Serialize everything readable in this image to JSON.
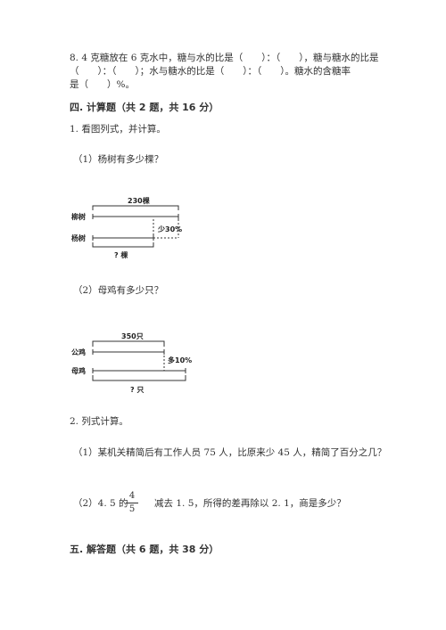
{
  "q8": {
    "line1": "8. 4 克糖放在 6 克水中，糖与水的比是（　　）：（　　），糖与糖水的比是",
    "line2": "（　　）：（　　）；水与糖水的比是（　　）：（　　）。糖水的含糖率",
    "line3": "是（　　）%。"
  },
  "section4": {
    "title": "四. 计算题（共 2 题，共 16 分）"
  },
  "p1": {
    "title": "1. 看图列式，并计算。",
    "sub1": "（1）杨树有多少棵？",
    "sub2": "（2）母鸡有多少只？"
  },
  "diagram1": {
    "top_label": "230棵",
    "row1": "柳树",
    "row2": "杨树",
    "side_label": "少30%",
    "bottom_label": "? 棵"
  },
  "diagram2": {
    "top_label": "350只",
    "row1": "公鸡",
    "row2": "母鸡",
    "side_label": "多10%",
    "bottom_label": "? 只"
  },
  "p2": {
    "title": "2. 列式计算。",
    "sub1": "（1）某机关精简后有工作人员 75 人，比原来少 45 人，精简了百分之几？",
    "sub2_pre": "（2）4. 5 的",
    "frac_num": "4",
    "frac_den": "5",
    "sub2_post": "减去 1. 5，所得的差再除以 2. 1，商是多少？"
  },
  "section5": {
    "title": "五. 解答题（共 6 题，共 38 分）"
  }
}
